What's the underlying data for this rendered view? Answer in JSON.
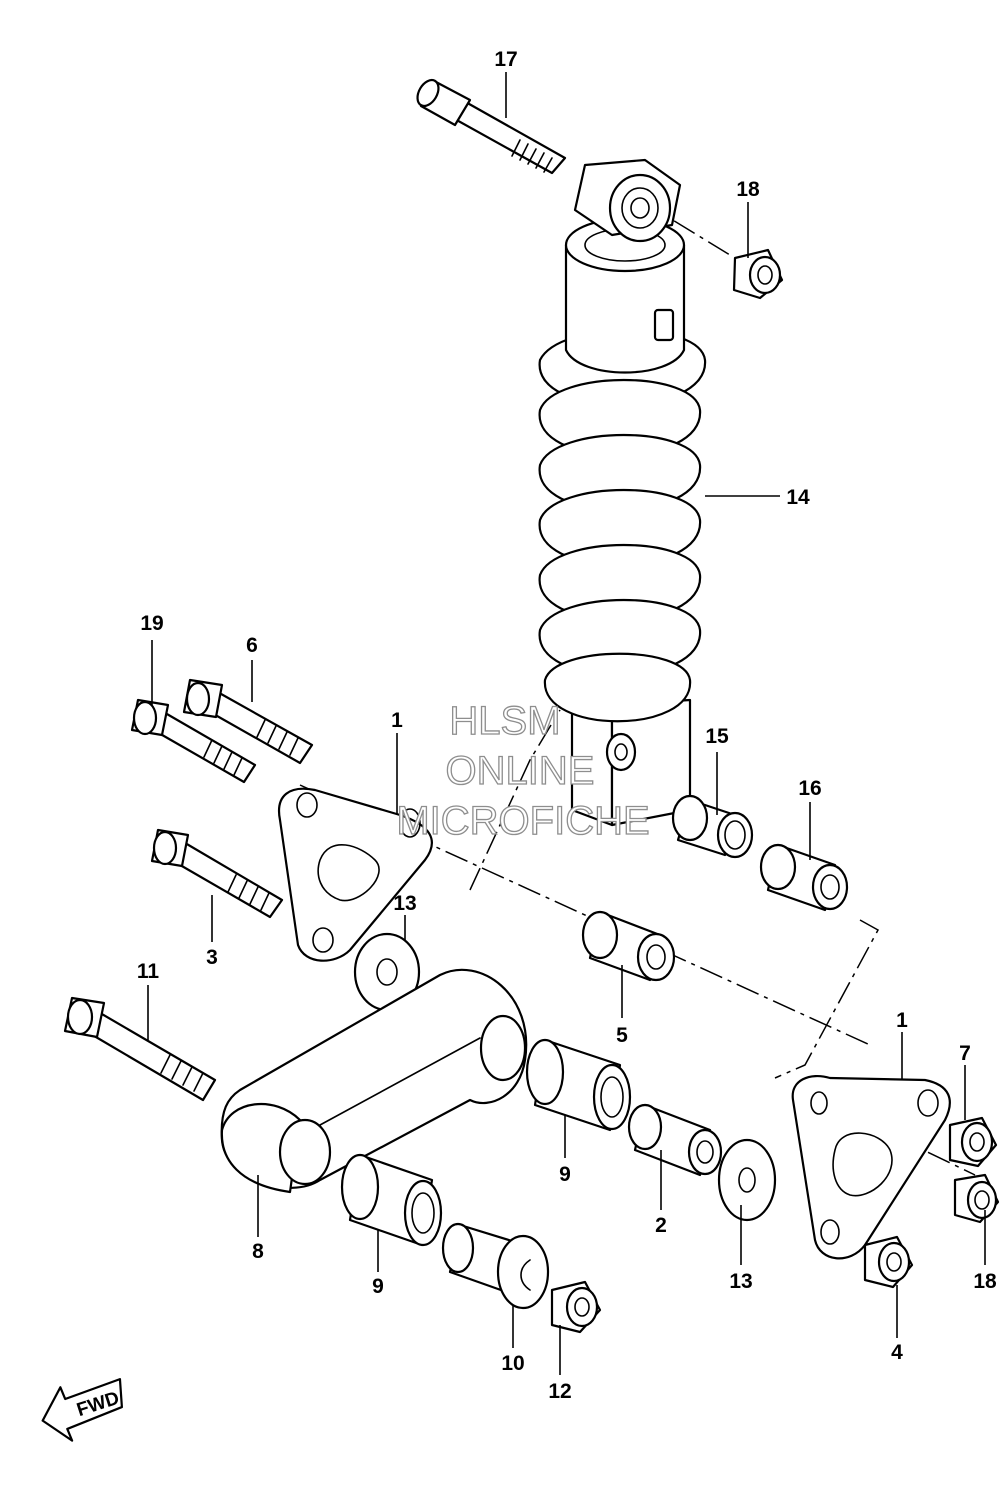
{
  "callouts": [
    "17",
    "18",
    "14",
    "19",
    "6",
    "1",
    "15",
    "16",
    "13",
    "3",
    "11",
    "5",
    "1",
    "7",
    "9",
    "2",
    "13",
    "18",
    "8",
    "9",
    "10",
    "12",
    "4"
  ],
  "watermark": [
    "HLSM",
    "ONLINE",
    "MICROFICHE"
  ],
  "direction_arrow": {
    "label": "FWD",
    "icon": "forward-arrow-icon"
  }
}
